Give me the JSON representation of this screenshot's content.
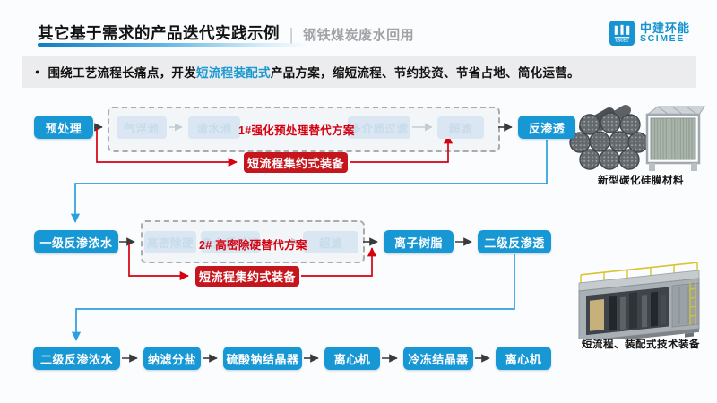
{
  "header": {
    "title": "其它基于需求的产品迭代实践示例",
    "separator": "|",
    "subtitle": "钢铁煤炭废水回用",
    "logo": {
      "monogram": "CSCEC",
      "name_cn": "中建环能",
      "name_en": "SCIMEE"
    }
  },
  "bullet": {
    "marker": "●",
    "pre": "围绕工艺流程长痛点，开发",
    "highlight": "短流程装配式",
    "post": "产品方案，缩短流程、节约投资、节省占地、简化运营。"
  },
  "flow": {
    "row1": {
      "start": "预处理",
      "faded_steps": [
        "气浮池",
        "清水池",
        "多介质过滤",
        "超滤"
      ],
      "alt_label": "1#强化预处理替代方案",
      "device_label": "短流程集约式装备",
      "end": "反渗透"
    },
    "row2": {
      "start": "一级反渗浓水",
      "faded_steps": [
        "高密除硬",
        "多介质过滤",
        "超滤"
      ],
      "alt_label": "2# 高密除硬替代方案",
      "device_label": "短流程集约式装备",
      "steps": [
        "离子树脂",
        "二级反渗透"
      ]
    },
    "row3": {
      "steps": [
        "二级反渗浓水",
        "纳滤分盐",
        "硫酸钠结晶器",
        "离心机",
        "冷冻结晶器",
        "离心机"
      ]
    }
  },
  "captions": {
    "membrane": "新型碳化硅膜材料",
    "equipment": "短流程、装配式技术装备"
  },
  "colors": {
    "node_blue": "#1897d5",
    "highlight_blue": "#1b9ad2",
    "alt_red": "#d6000f",
    "device_red": "#c5161d",
    "line_blue": "#2d9fe0",
    "brand_blue": "#1693d0"
  }
}
